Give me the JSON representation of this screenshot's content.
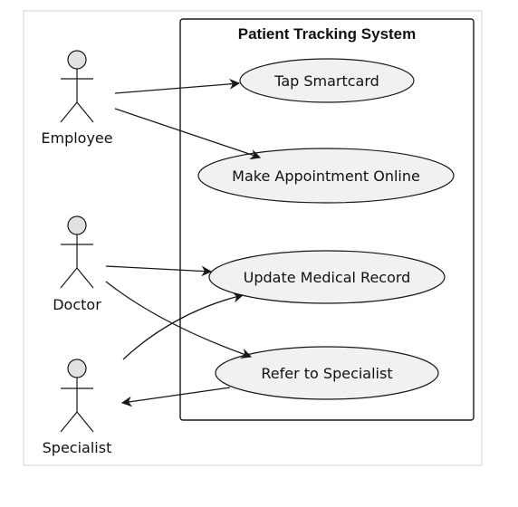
{
  "system": {
    "title": "Patient Tracking System"
  },
  "actors": {
    "employee": "Employee",
    "doctor": "Doctor",
    "specialist": "Specialist"
  },
  "use_cases": {
    "tap_smartcard": "Tap Smartcard",
    "make_appointment": "Make Appointment Online",
    "update_record": "Update Medical Record",
    "refer_specialist": "Refer to Specialist"
  },
  "colors": {
    "actor_fill": "#e2e2e2",
    "usecase_fill": "#f1f1f1",
    "stroke": "#181818",
    "frame_border": "#cfcfcf"
  }
}
